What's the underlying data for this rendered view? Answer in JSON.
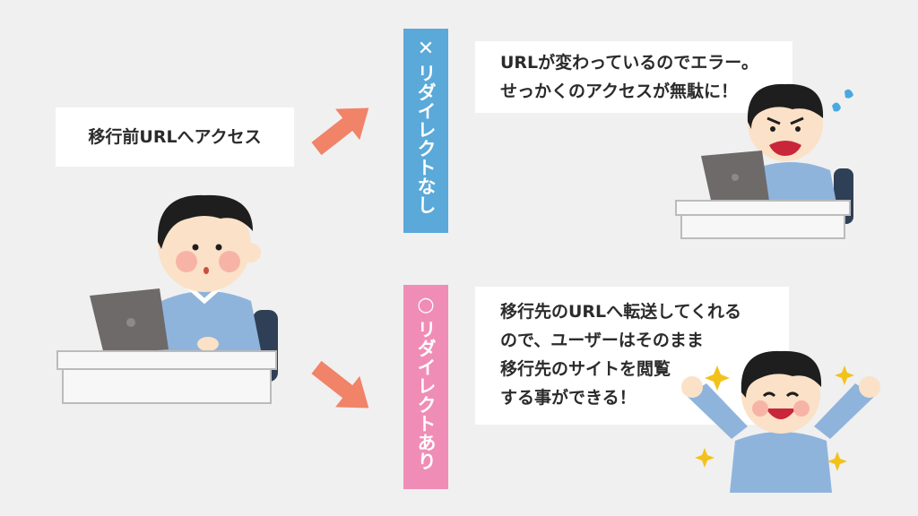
{
  "start_label": "移行前URLへアクセス",
  "branch_no": {
    "mark": "✕",
    "label": "リダイレクトなし",
    "color": "#5aa9d9",
    "message_lines": [
      "URLが変わっているのでエラー。",
      "せっかくのアクセスが無駄に！"
    ]
  },
  "branch_yes": {
    "mark": "○",
    "label": "リダイレクトあり",
    "color": "#f08db6",
    "message_lines": [
      "移行先のURLへ転送してくれる",
      "ので、ユーザーはそのまま",
      "移行先のサイトを閲覧",
      "する事ができる！"
    ]
  },
  "arrow_color": "#f08368",
  "colors": {
    "background": "#f0f0f0",
    "shirt": "#8fb4dc",
    "hair": "#1e1e1e",
    "skin": "#fbe1c7",
    "laptop": "#6e6a6a",
    "desk": "#f7f7f7",
    "chair": "#2f3f55"
  }
}
